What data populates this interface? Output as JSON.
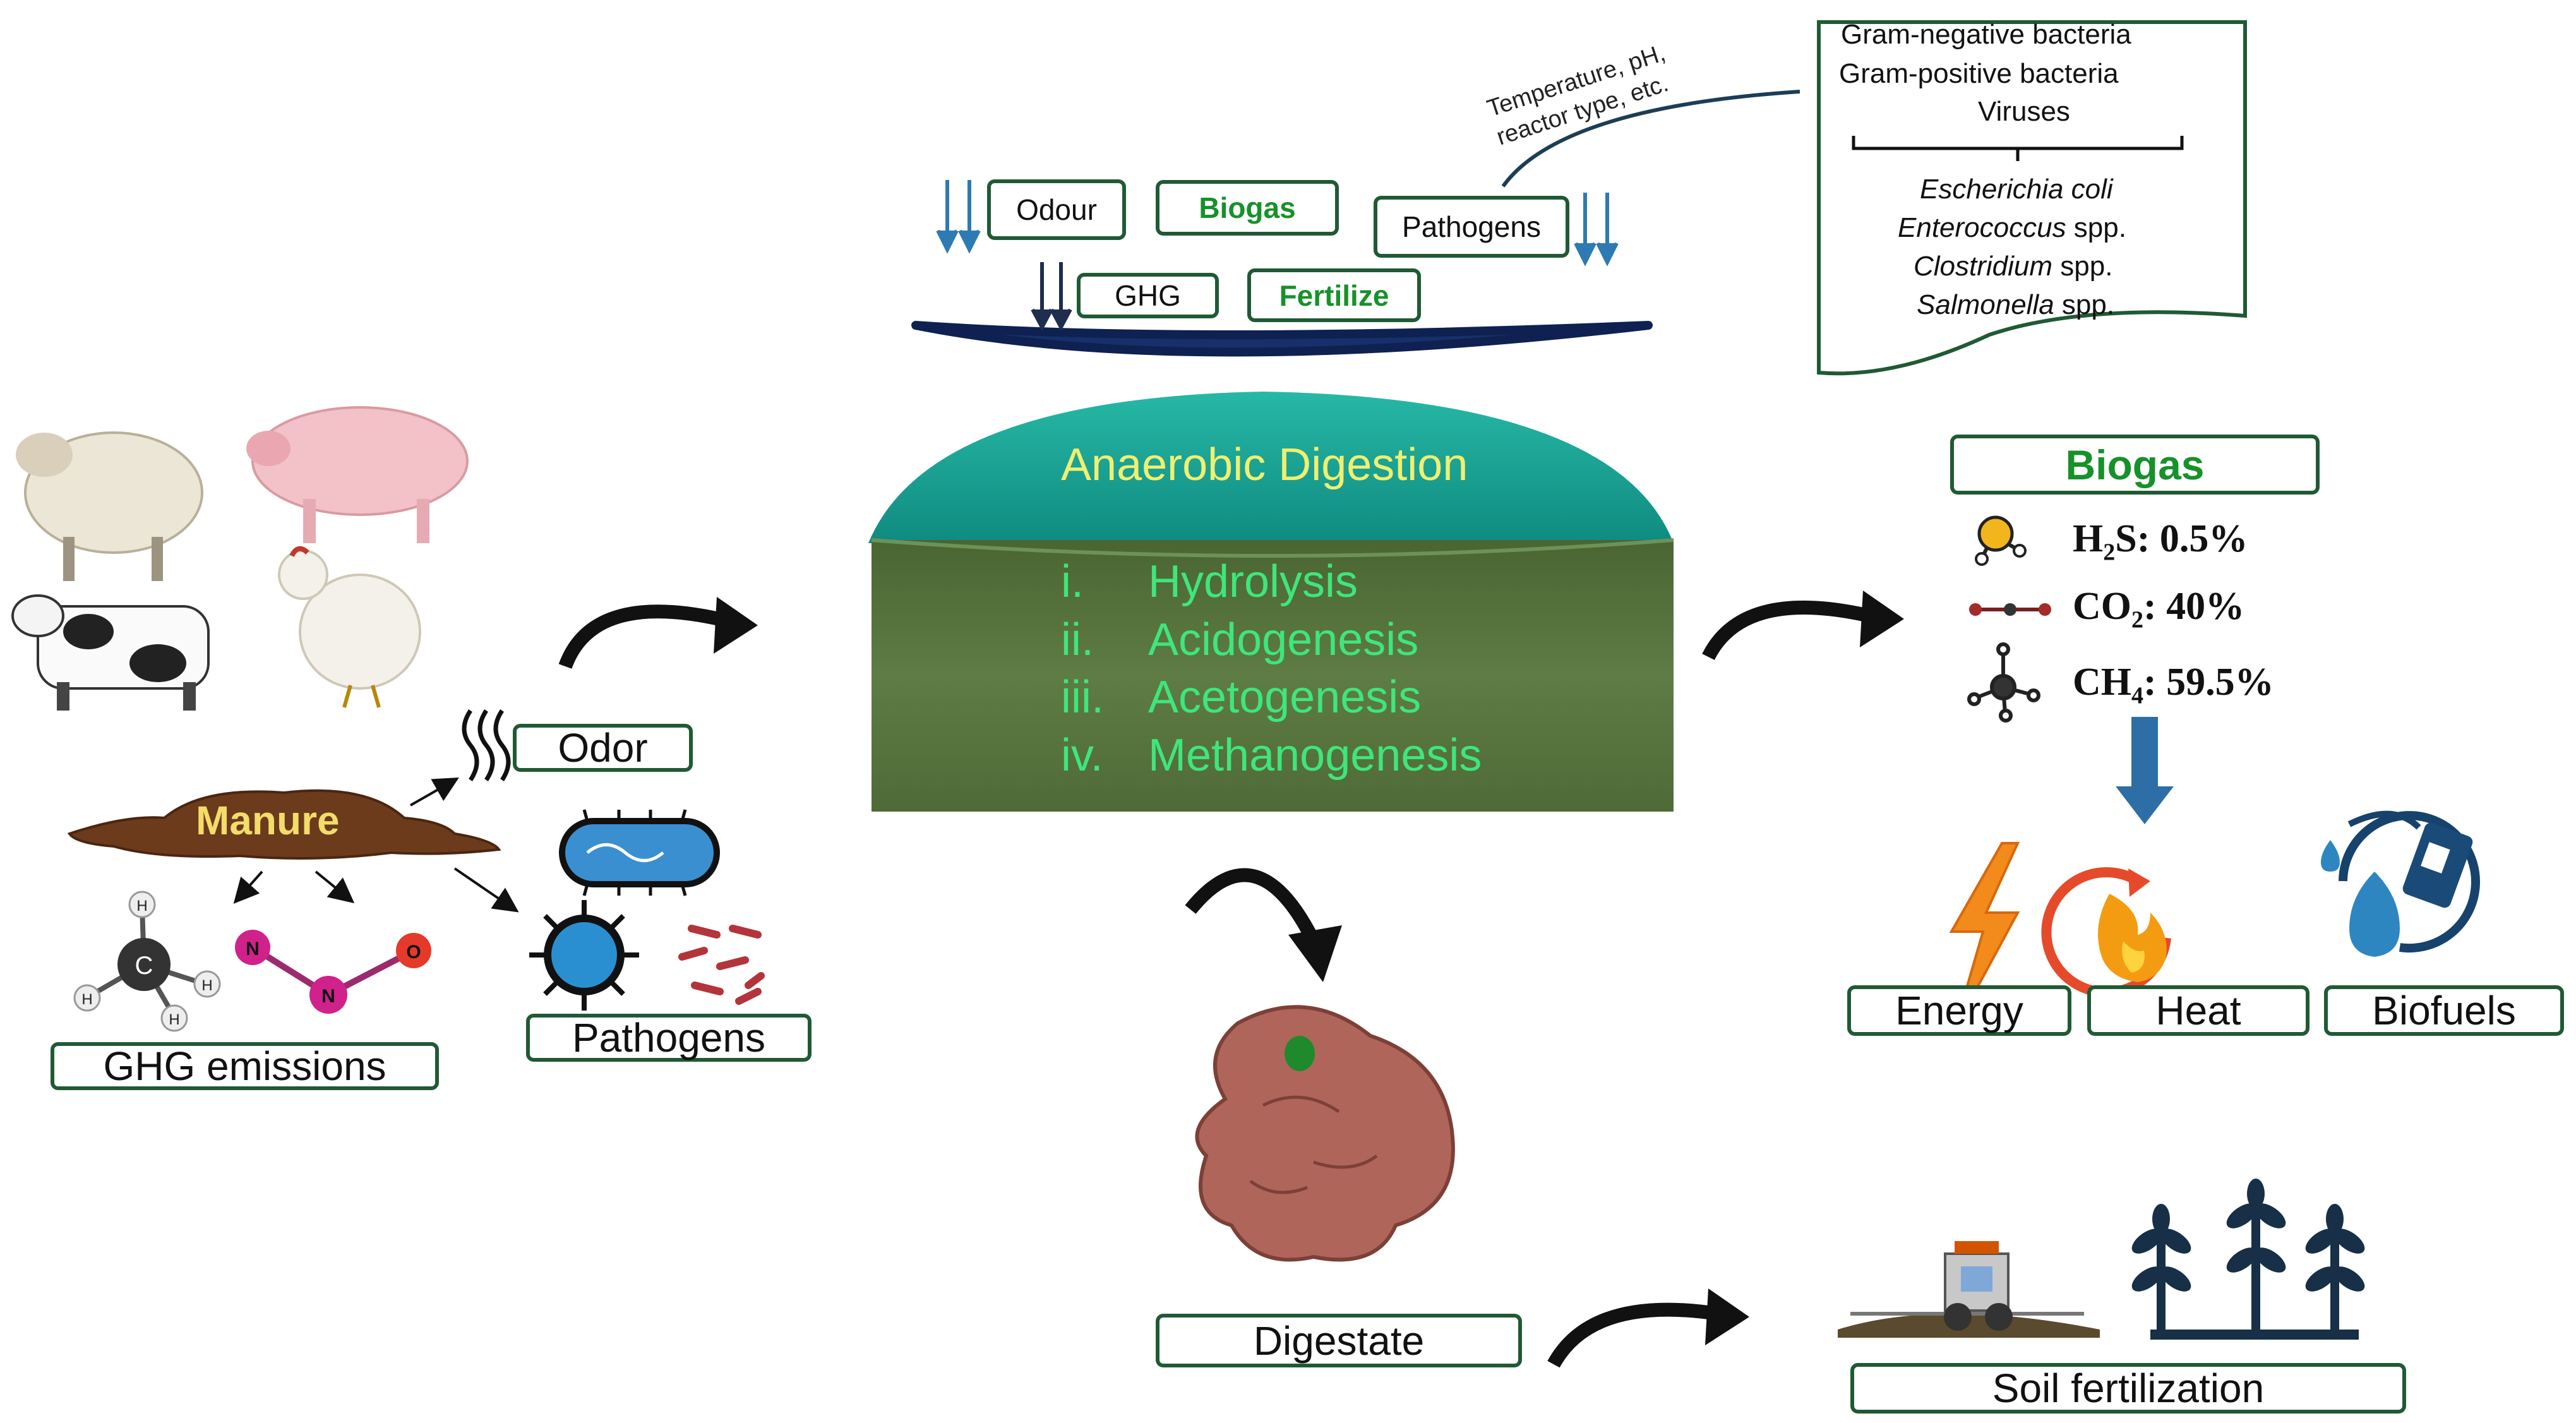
{
  "left": {
    "odor_label": "Odor",
    "manure_label": "Manure",
    "ghg_label": "GHG emissions",
    "pathogens_label": "Pathogens",
    "methane_atoms": [
      "C",
      "H",
      "H",
      "H",
      "H"
    ],
    "n2o_atoms": [
      "N",
      "N",
      "O"
    ]
  },
  "top": {
    "odour": "Odour",
    "biogas": "Biogas",
    "pathogens": "Pathogens",
    "ghg": "GHG",
    "fertilize": "Fertilize",
    "conditions_line1": "Temperature, pH,",
    "conditions_line2": "reactor type, etc."
  },
  "pathogen_list": {
    "groups": [
      "Gram-negative bacteria",
      "Gram-positive bacteria",
      "Viruses"
    ],
    "species": [
      {
        "genus": "Escherichia coli",
        "suffix": ""
      },
      {
        "genus": "Enterococcus",
        "suffix": " spp."
      },
      {
        "genus": "Clostridium",
        "suffix": " spp."
      },
      {
        "genus": "Salmonella",
        "suffix": " spp."
      }
    ]
  },
  "digester": {
    "title": "Anaerobic Digestion",
    "steps": [
      {
        "num": "i.",
        "name": "Hydrolysis"
      },
      {
        "num": "ii.",
        "name": "Acidogenesis"
      },
      {
        "num": "iii.",
        "name": "Acetogenesis"
      },
      {
        "num": "iv.",
        "name": "Methanogenesis"
      }
    ]
  },
  "biogas": {
    "title": "Biogas",
    "h2s": {
      "formula": "H",
      "sub": "2",
      "rest": "S: 0.5%"
    },
    "co2": {
      "formula": "CO",
      "sub": "2",
      "rest": ": 40%"
    },
    "ch4": {
      "formula": "CH",
      "sub": "4",
      "rest": ": 59.5%"
    },
    "uses": [
      "Energy",
      "Heat",
      "Biofuels"
    ]
  },
  "outputs": {
    "digestate": "Digestate",
    "soil": "Soil fertilization"
  },
  "colors": {
    "box_border": "#1f5a34",
    "green_text": "#17912a",
    "dome_teal": "#1aa79a",
    "tank_green": "#566f3d",
    "blue_arrow": "#2e7ab2",
    "manure_brown": "#6b3b1c"
  }
}
